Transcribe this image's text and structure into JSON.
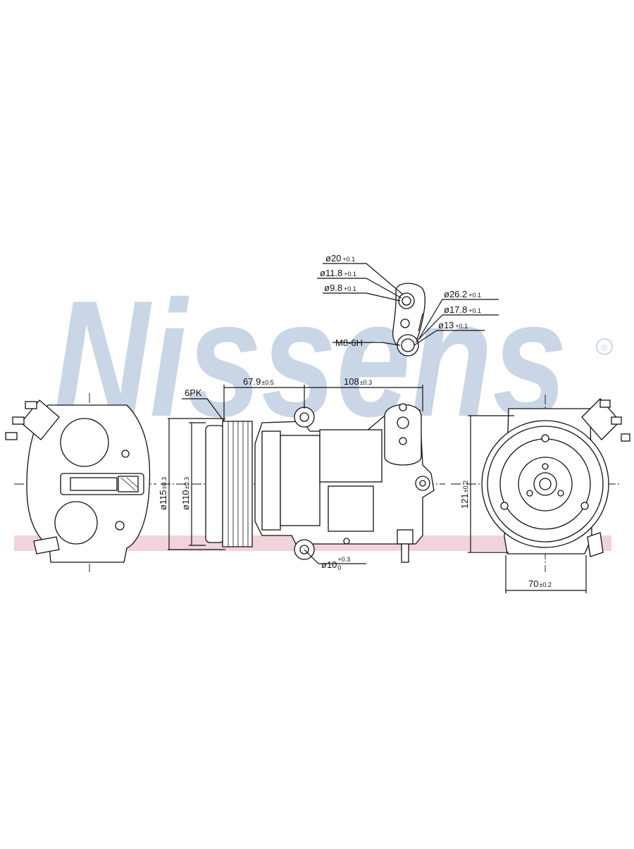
{
  "watermark": {
    "brand": "Nissens",
    "registered_mark": "®",
    "colors": {
      "blue": "#c9d6e6",
      "pink": "#f1d3da"
    }
  },
  "labels": {
    "port_d20": {
      "main": "ø20",
      "tol": "+0.1"
    },
    "port_d11_8": {
      "main": "ø11.8",
      "tol": "+0.1"
    },
    "port_d9_8": {
      "main": "ø9.8",
      "tol": "+0.1"
    },
    "port_d26_2": {
      "main": "ø26.2",
      "tol": "+0.1"
    },
    "port_d17_8": {
      "main": "ø17.8",
      "tol": "+0.1"
    },
    "port_d13": {
      "main": "ø13",
      "tol": "+0.1"
    },
    "thread": "M8-6H",
    "belt": "6PK",
    "dim_67_9": {
      "main": "67.9",
      "tol": "±0.5"
    },
    "dim_108": {
      "main": "108",
      "tol": "±0.3"
    },
    "dim_115": {
      "main": "ø115",
      "tol": "±0.3"
    },
    "dim_110": {
      "main": "ø110",
      "tol": "±0.3"
    },
    "dim_121": {
      "main": "121",
      "tol": "±0.2"
    },
    "dim_70": {
      "main": "70",
      "tol": "±0.2"
    },
    "hole_d10": {
      "main": "ø10",
      "tol_upper": "+0.3",
      "tol_lower": "0"
    }
  }
}
